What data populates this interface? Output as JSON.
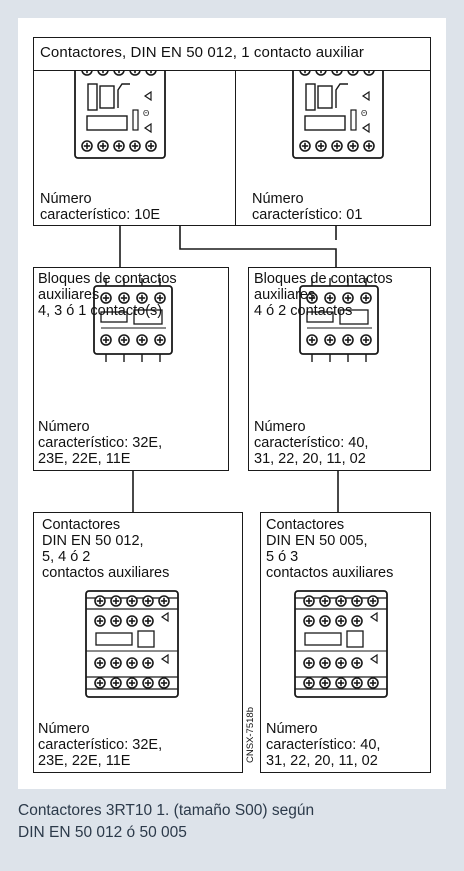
{
  "header": {
    "title": "Contactores, DIN EN 50 012, 1 contacto auxiliar"
  },
  "boxes": {
    "contactor_10e": {
      "number_label": "Número",
      "char_line": "característico: 10E"
    },
    "contactor_01": {
      "number_label": "Número",
      "char_line": "característico: 01"
    },
    "aux_block_left": {
      "lines": [
        "Bloques de contactos",
        "auxiliares",
        "4, 3 ó 1 contacto(s)"
      ],
      "number_label": "Número",
      "char_lines": [
        "característico: 32E,",
        "23E, 22E, 11E"
      ]
    },
    "aux_block_right": {
      "lines": [
        "Bloques de contactos",
        "auxiliares",
        "4 ó 2 contactos"
      ],
      "number_label": "Número",
      "char_lines": [
        "característico: 40,",
        "31, 22, 20, 11, 02"
      ]
    },
    "contactor_50012": {
      "lines": [
        "Contactores",
        "DIN EN 50 012,",
        "5, 4 ó 2",
        "contactos auxiliares"
      ],
      "number_label": "Número",
      "char_lines": [
        "característico: 32E,",
        "23E, 22E, 11E"
      ]
    },
    "contactor_50005": {
      "lines": [
        "Contactores",
        "DIN EN 50 005,",
        "5 ó 3",
        "contactos auxiliares"
      ],
      "number_label": "Número",
      "char_lines": [
        "característico: 40,",
        "31, 22, 20, 11, 02"
      ]
    }
  },
  "drawing_code": "CNSX-7518b",
  "caption": {
    "line1": "Contactores 3RT10 1. (tamaño S00) según",
    "line2": "DIN EN 50 012 ó 50 005"
  },
  "colors": {
    "panel_background": "#dde3ea",
    "diagram_background": "#ffffff",
    "line": "#1a1a1a",
    "caption_text": "#2c3a4a"
  },
  "icons": {
    "contactor": "contactor-icon",
    "aux_block": "auxiliary-contact-block-icon",
    "stacked": "stacked-contactor-icon"
  }
}
